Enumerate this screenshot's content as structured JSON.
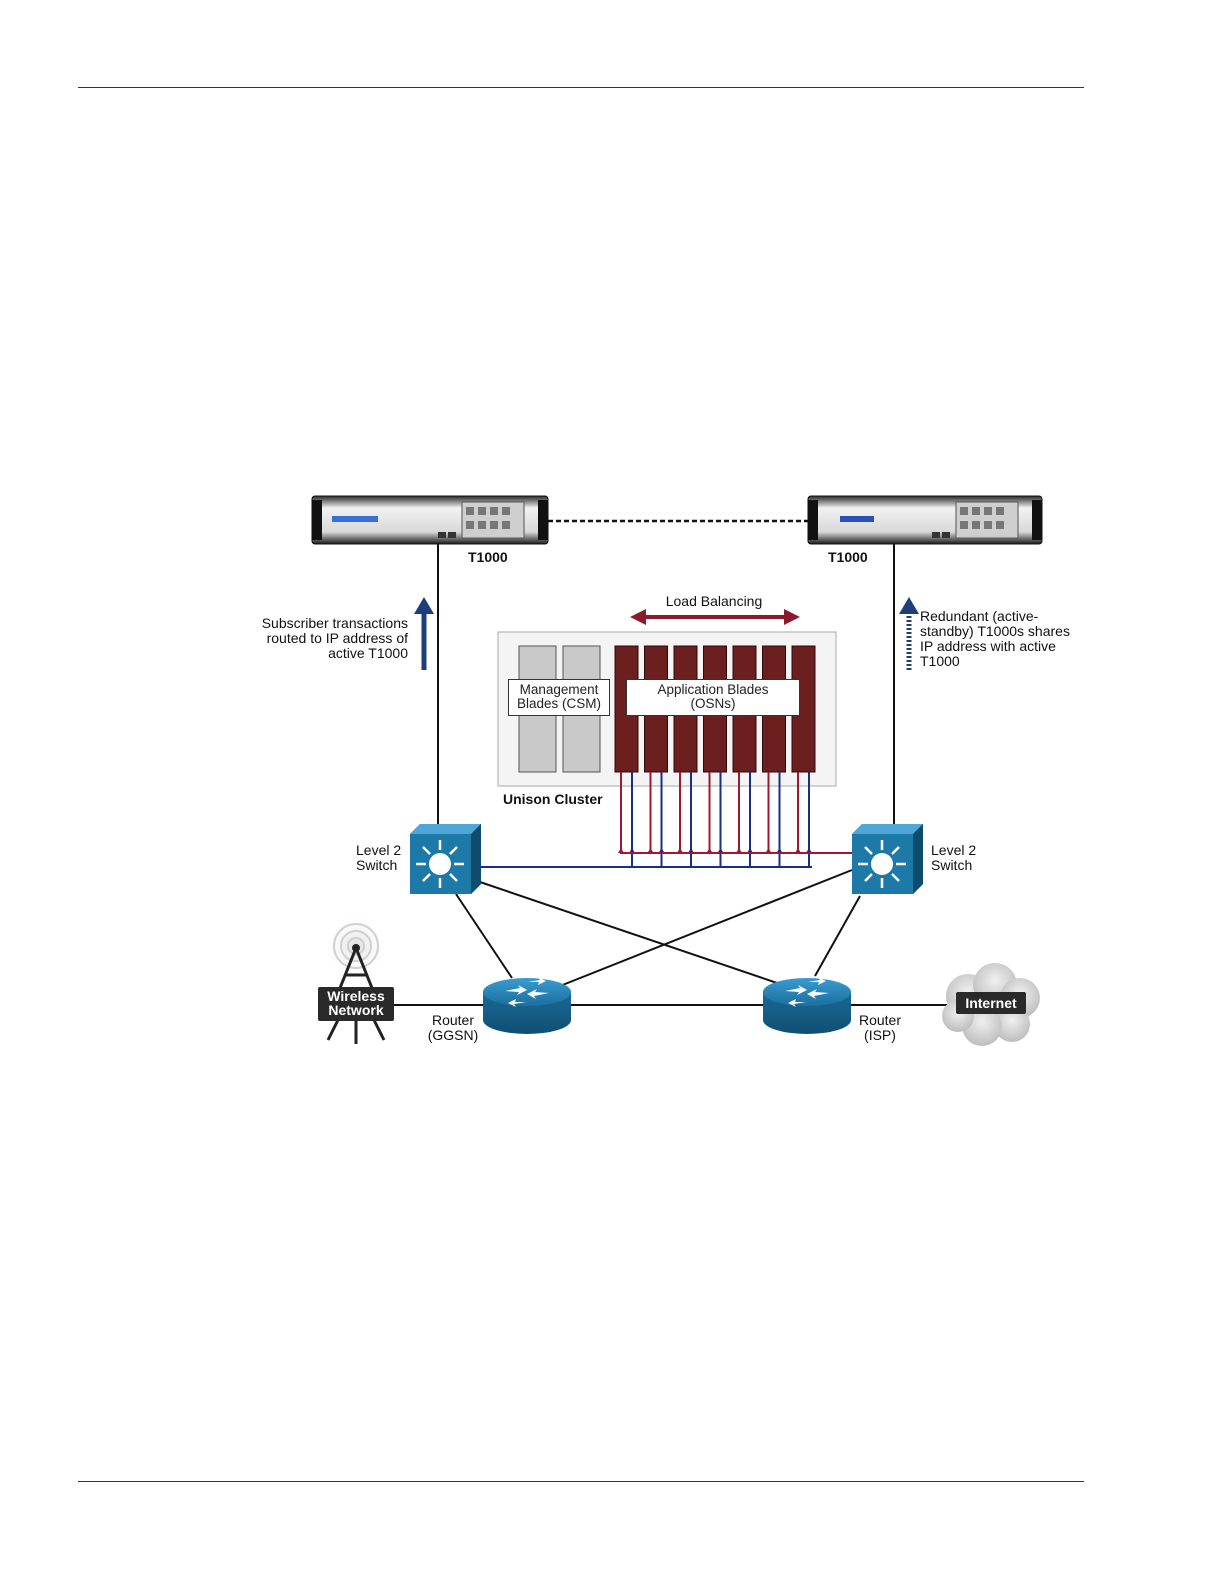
{
  "devices": {
    "t1000_left": "T1000",
    "t1000_right": "T1000",
    "switch_left": "Level 2\nSwitch",
    "switch_right": "Level 2\nSwitch",
    "router_left": "Router\n(GGSN)",
    "router_right": "Router\n(ISP)",
    "wireless": "Wireless\nNetwork",
    "internet": "Internet"
  },
  "cluster": {
    "title": "Unison Cluster",
    "mgmt_label": "Management\nBlades (CSM)",
    "app_label": "Application Blades\n(OSNs)",
    "load_balancing": "Load Balancing",
    "mgmt_blade_count": 2,
    "app_blade_count": 7
  },
  "annotations": {
    "subscriber": "Subscriber transactions\nrouted to IP address of\nactive T1000",
    "redundant": "Redundant (active-\nstandby) T1000s shares\nIP address with active\nT1000"
  },
  "colors": {
    "switch_blue": "#1b6b93",
    "router_blue": "#1f78a8",
    "arrow_blue": "#1e3f7a",
    "blade_red": "#6b1f1f",
    "lb_arrow": "#8b1a2b",
    "link_red": "#a01830",
    "link_blue": "#1a2d8a"
  }
}
